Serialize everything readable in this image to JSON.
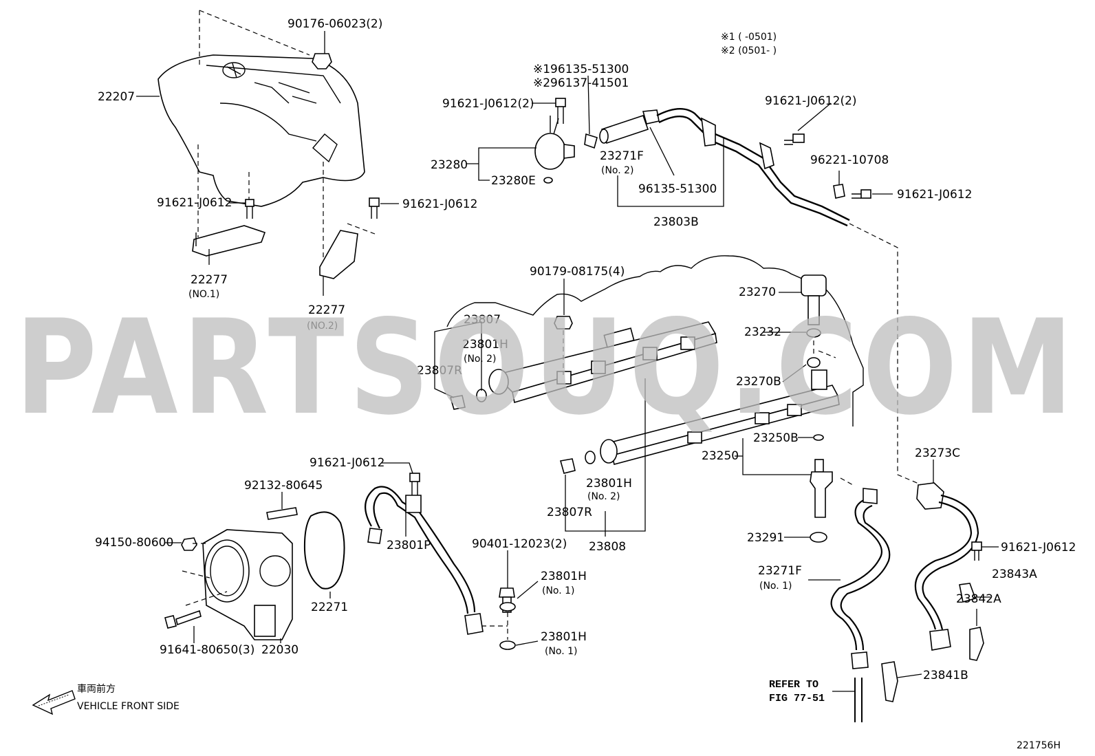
{
  "watermark": "PARTSOUQ.COM",
  "diagram_code": "221756H",
  "legend": {
    "note1": "※1 (      -0501)",
    "note2": "※2 (0501-      )"
  },
  "direction": {
    "jp": "車両前方",
    "en": "VEHICLE FRONT SIDE"
  },
  "refer": {
    "line1": "REFER TO",
    "line2": "FIG 77-51"
  },
  "labels": {
    "p90176": "90176-06023(2)",
    "p22207": "22207",
    "p91621_a": "91621-J0612",
    "p91621_b": "91621-J0612",
    "p22277_1": "22277",
    "p22277_1s": "(NO.1)",
    "p22277_2": "22277",
    "p22277_2s": "(NO.2)",
    "p96135_1": "※196135-51300",
    "p96137_2": "※296137-41501",
    "p91621_2a": "91621-J0612(2)",
    "p23280": "23280",
    "p23280E": "23280E",
    "p23271F_top": "23271F",
    "p23271F_top_s": "(No. 2)",
    "p96135": "96135-51300",
    "p23803B": "23803B",
    "p91621_2b": "91621-J0612(2)",
    "p96221": "96221-10708",
    "p91621_c": "91621-J0612",
    "p90179": "90179-08175(4)",
    "p23807": "23807",
    "p23801H_a": "23801H",
    "p23801H_a_s": "(No. 2)",
    "p23807R_a": "23807R",
    "p23270": "23270",
    "p23232": "23232",
    "p23270B": "23270B",
    "p23250B": "23250B",
    "p23250": "23250",
    "p23273C": "23273C",
    "p91621_d": "91621-J0612",
    "p92132": "92132-80645",
    "p94150": "94150-80600",
    "p23801P": "23801P",
    "p23801H_b": "23801H",
    "p23801H_b_s": "(No. 2)",
    "p23807R_b": "23807R",
    "p23808": "23808",
    "p90401": "90401-12023(2)",
    "p23801H_c": "23801H",
    "p23801H_c_s": "(No. 1)",
    "p23801H_d": "23801H",
    "p23801H_d_s": "(No. 1)",
    "p22271": "22271",
    "p22030": "22030",
    "p91641": "91641-80650(3)",
    "p23291": "23291",
    "p23271F_bot": "23271F",
    "p23271F_bot_s": "(No. 1)",
    "p91621_e": "91621-J0612",
    "p23843A": "23843A",
    "p23842A": "23842A",
    "p23841B": "23841B"
  }
}
